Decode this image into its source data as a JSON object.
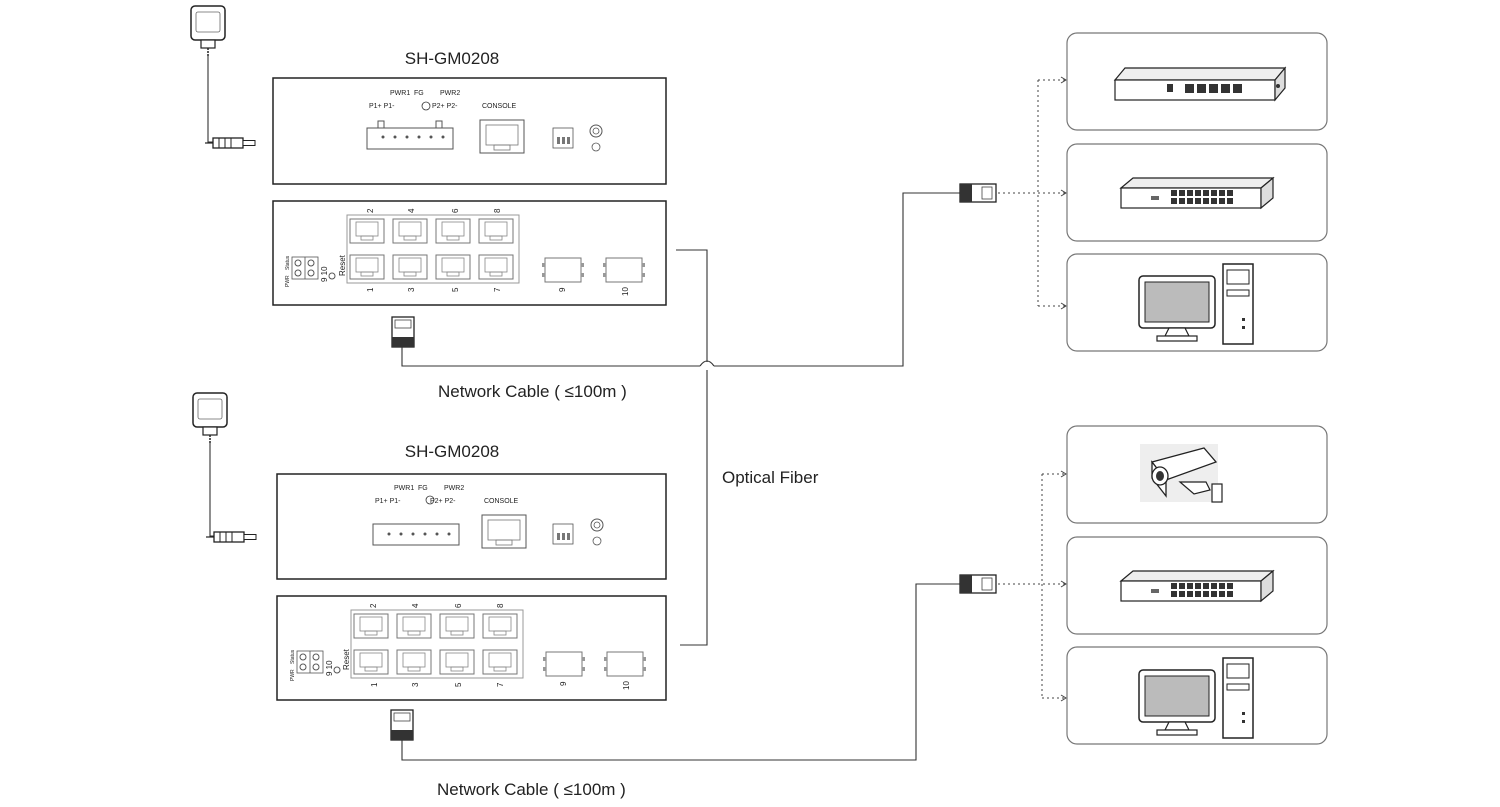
{
  "top_unit": {
    "model": "SH-GM0208",
    "pwr1": "PWR1",
    "fg": "FG",
    "pwr2": "PWR2",
    "p1": "P1+ P1-",
    "p2": "P2+ P2-",
    "console": "CONSOLE",
    "ports_top": [
      "2",
      "4",
      "6",
      "8"
    ],
    "ports_bottom": [
      "1",
      "3",
      "5",
      "7"
    ],
    "sfp": [
      "9",
      "10"
    ],
    "pwr": "PWR",
    "status": "Status",
    "nine_ten": "9 10",
    "reset": "Reset"
  },
  "bottom_unit": {
    "model": "SH-GM0208",
    "pwr1": "PWR1",
    "fg": "FG",
    "pwr2": "PWR2",
    "p1": "P1+ P1-",
    "p2": "P2+ P2-",
    "console": "CONSOLE",
    "ports_top": [
      "2",
      "4",
      "6",
      "8"
    ],
    "ports_bottom": [
      "1",
      "3",
      "5",
      "7"
    ],
    "sfp": [
      "9",
      "10"
    ],
    "pwr": "PWR",
    "status": "Status",
    "nine_ten": "9 10",
    "reset": "Reset"
  },
  "labels": {
    "network_cable_top": "Network Cable ( ≤100m )",
    "network_cable_bottom": "Network Cable ( ≤100m )",
    "optical_fiber": "Optical Fiber"
  },
  "right_devices_top": [
    "router-icon",
    "switch-icon",
    "computer-icon"
  ],
  "right_devices_bottom": [
    "camera-icon",
    "switch-icon",
    "computer-icon"
  ]
}
